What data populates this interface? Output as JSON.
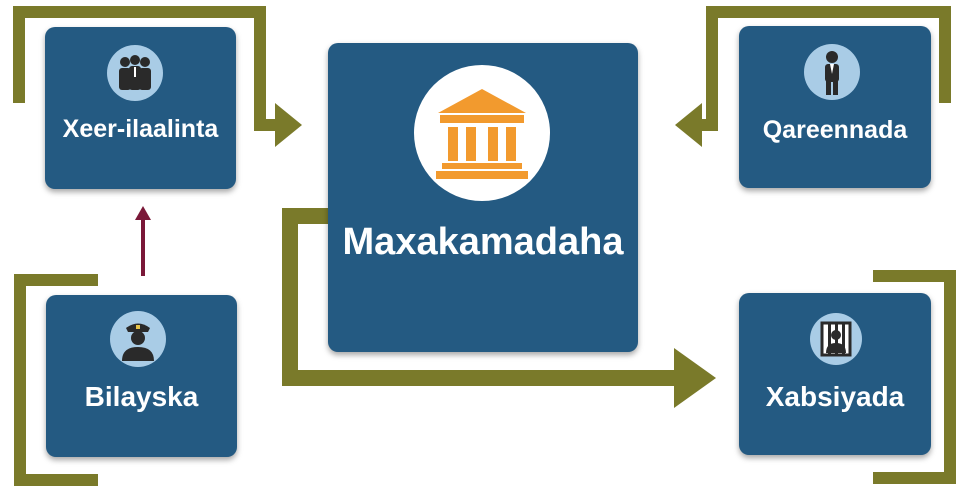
{
  "nodes": {
    "court": {
      "label": "Maxakamadaha",
      "icon": "courthouse-icon"
    },
    "prosecution": {
      "label": "Xeer-ilaalinta",
      "icon": "people-group-icon"
    },
    "lawyers": {
      "label": "Qareennada",
      "icon": "businessman-icon"
    },
    "police": {
      "label": "Bilayska",
      "icon": "police-officer-icon"
    },
    "prison": {
      "label": "Xabsiyada",
      "icon": "prisoner-icon"
    }
  },
  "colors": {
    "box_fill": "#245a82",
    "connector_olive": "#7a7a2a",
    "arrow_maroon": "#7a1838",
    "icon_circle": "#a9cce6",
    "court_icon": "#f29a2e",
    "text": "#ffffff"
  }
}
